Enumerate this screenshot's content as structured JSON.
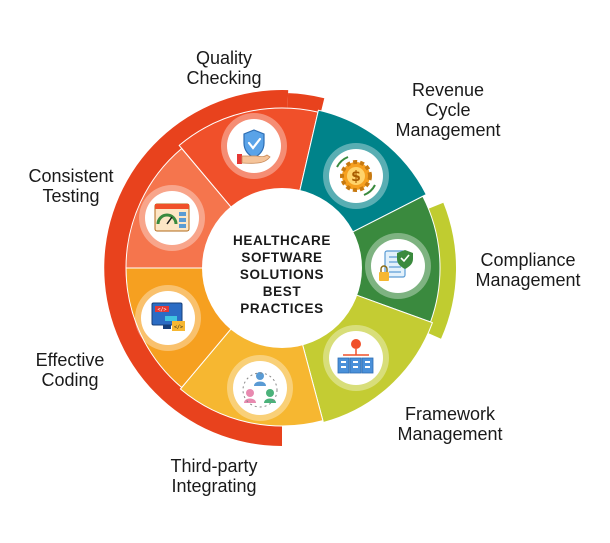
{
  "center": {
    "lines": [
      "HEALTHCARE",
      "SOFTWARE",
      "SOLUTIONS",
      "BEST",
      "PRACTICES"
    ]
  },
  "segments": [
    {
      "id": "quality-checking",
      "lines": [
        "Quality",
        "Checking"
      ],
      "color": "#f0502a",
      "icon": "shield-check-hand-icon"
    },
    {
      "id": "revenue-cycle-management",
      "lines": [
        "Revenue",
        "Cycle",
        "Management"
      ],
      "color": "#00838a",
      "icon": "dollar-gear-icon"
    },
    {
      "id": "compliance-management",
      "lines": [
        "Compliance",
        "Management"
      ],
      "color": "#3a8a3e",
      "icon": "document-shield-icon"
    },
    {
      "id": "framework-management",
      "lines": [
        "Framework",
        "Management"
      ],
      "color": "#c4cc33",
      "icon": "framework-blocks-icon"
    },
    {
      "id": "third-party-integrating",
      "lines": [
        "Third-party",
        "Integrating"
      ],
      "color": "#f6b731",
      "icon": "people-network-icon"
    },
    {
      "id": "effective-coding",
      "lines": [
        "Effective",
        "Coding"
      ],
      "color": "#f6a020",
      "icon": "code-monitor-icon"
    },
    {
      "id": "consistent-testing",
      "lines": [
        "Consistent",
        "Testing"
      ],
      "color": "#f5754d",
      "icon": "gauge-dashboard-icon"
    }
  ],
  "accent_colors": {
    "outer_ring_warm": "#e8421d",
    "outer_ring_green": "#c0cc30",
    "icon_ring": "#ffffff"
  }
}
